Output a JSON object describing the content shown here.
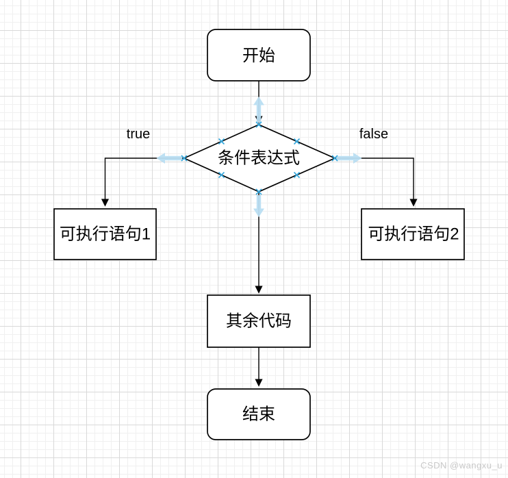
{
  "canvas": {
    "background": "#ffffff",
    "grid_minor_color": "#f0f0f0",
    "grid_major_color": "#d9d9d9"
  },
  "colors": {
    "shape_fill": "#ffffff",
    "shape_stroke": "#000000",
    "connector": "#000000",
    "connection_point": "#33a7dd",
    "direction_arrow": "#b9def2",
    "watermark_text": "#c9c9c9"
  },
  "nodes": {
    "start": {
      "label": "开始",
      "shape": "rounded-rectangle"
    },
    "condition": {
      "label": "条件表达式",
      "shape": "diamond"
    },
    "statement1": {
      "label": "可执行语句1",
      "shape": "rectangle"
    },
    "statement2": {
      "label": "可执行语句2",
      "shape": "rectangle"
    },
    "rest_code": {
      "label": "其余代码",
      "shape": "rectangle"
    },
    "end": {
      "label": "结束",
      "shape": "rounded-rectangle"
    }
  },
  "edge_labels": {
    "true_branch": "true",
    "false_branch": "false"
  },
  "watermark": "CSDN @wangxu_u"
}
